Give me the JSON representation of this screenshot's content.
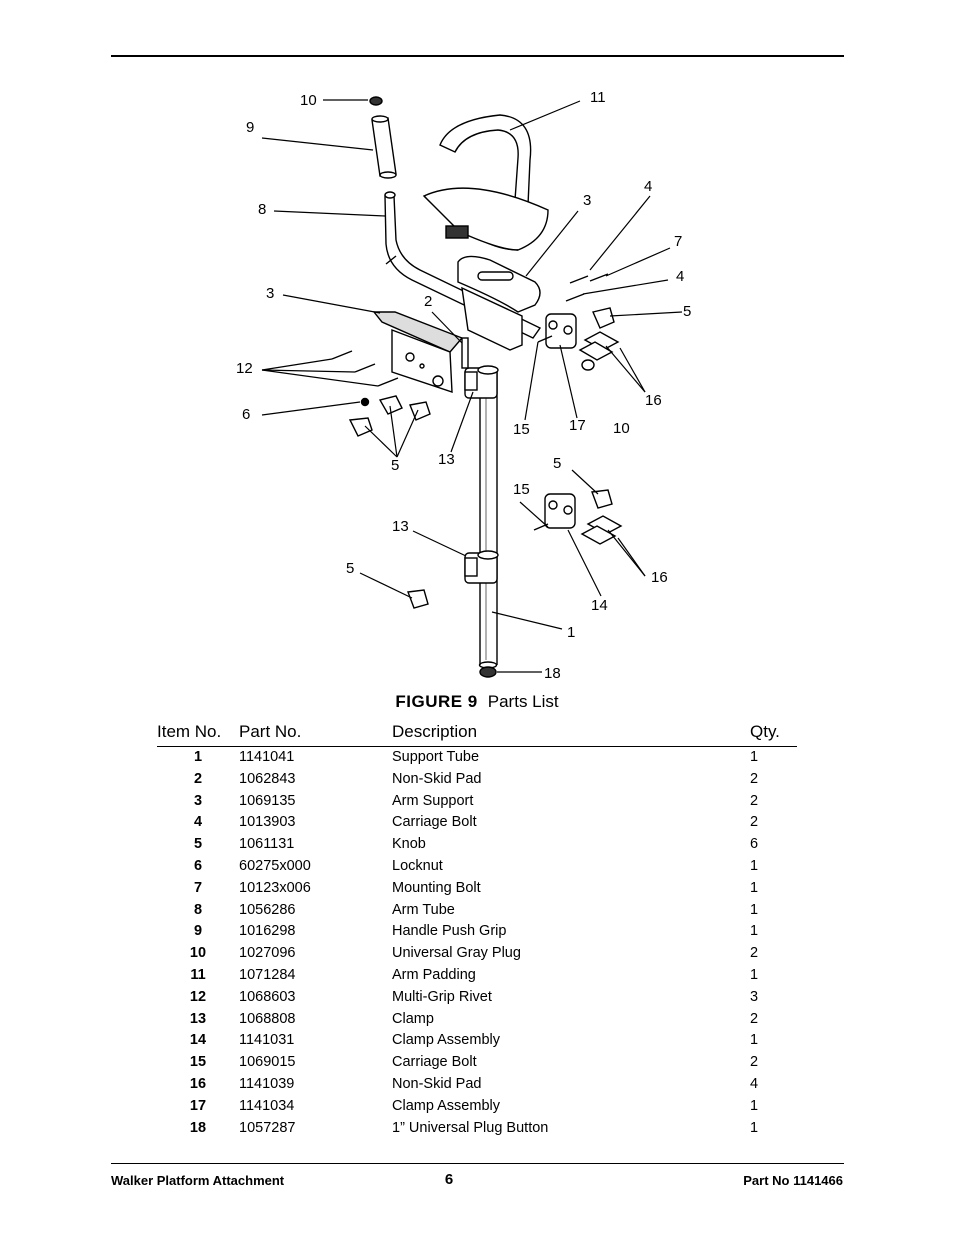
{
  "figure": {
    "label": "FIGURE 9",
    "title": "Parts List",
    "callouts": [
      "10",
      "9",
      "8",
      "3",
      "2",
      "12",
      "6",
      "5",
      "13",
      "15",
      "17",
      "10",
      "16",
      "5",
      "4",
      "7",
      "4",
      "11",
      "3",
      "5",
      "15",
      "16",
      "14",
      "13",
      "5",
      "1",
      "18"
    ]
  },
  "table": {
    "headers": {
      "item": "Item No.",
      "part": "Part No.",
      "desc": "Description",
      "qty": "Qty."
    },
    "rows": [
      {
        "item": "1",
        "part": "1141041",
        "desc": "Support Tube",
        "qty": "1"
      },
      {
        "item": "2",
        "part": "1062843",
        "desc": "Non-Skid Pad",
        "qty": "2"
      },
      {
        "item": "3",
        "part": "1069135",
        "desc": "Arm Support",
        "qty": "2"
      },
      {
        "item": "4",
        "part": "1013903",
        "desc": "Carriage Bolt",
        "qty": "2"
      },
      {
        "item": "5",
        "part": "1061131",
        "desc": "Knob",
        "qty": "6"
      },
      {
        "item": "6",
        "part": "60275x000",
        "desc": "Locknut",
        "qty": "1"
      },
      {
        "item": "7",
        "part": "10123x006",
        "desc": "Mounting Bolt",
        "qty": "1"
      },
      {
        "item": "8",
        "part": "1056286",
        "desc": "Arm Tube",
        "qty": "1"
      },
      {
        "item": "9",
        "part": "1016298",
        "desc": "Handle Push Grip",
        "qty": "1"
      },
      {
        "item": "10",
        "part": "1027096",
        "desc": "Universal Gray Plug",
        "qty": "2"
      },
      {
        "item": "11",
        "part": "1071284",
        "desc": "Arm Padding",
        "qty": "1"
      },
      {
        "item": "12",
        "part": "1068603",
        "desc": "Multi-Grip Rivet",
        "qty": "3"
      },
      {
        "item": "13",
        "part": "1068808",
        "desc": "Clamp",
        "qty": "2"
      },
      {
        "item": "14",
        "part": "1141031",
        "desc": "Clamp Assembly",
        "qty": "1"
      },
      {
        "item": "15",
        "part": "1069015",
        "desc": "Carriage Bolt",
        "qty": "2"
      },
      {
        "item": "16",
        "part": "1141039",
        "desc": "Non-Skid Pad",
        "qty": "4"
      },
      {
        "item": "17",
        "part": "1141034",
        "desc": "Clamp Assembly",
        "qty": "1"
      },
      {
        "item": "18",
        "part": "1057287",
        "desc": "1” Universal Plug Button",
        "qty": "1"
      }
    ]
  },
  "footer": {
    "left": "Walker Platform Attachment",
    "page": "6",
    "right": "Part No 1141466"
  }
}
